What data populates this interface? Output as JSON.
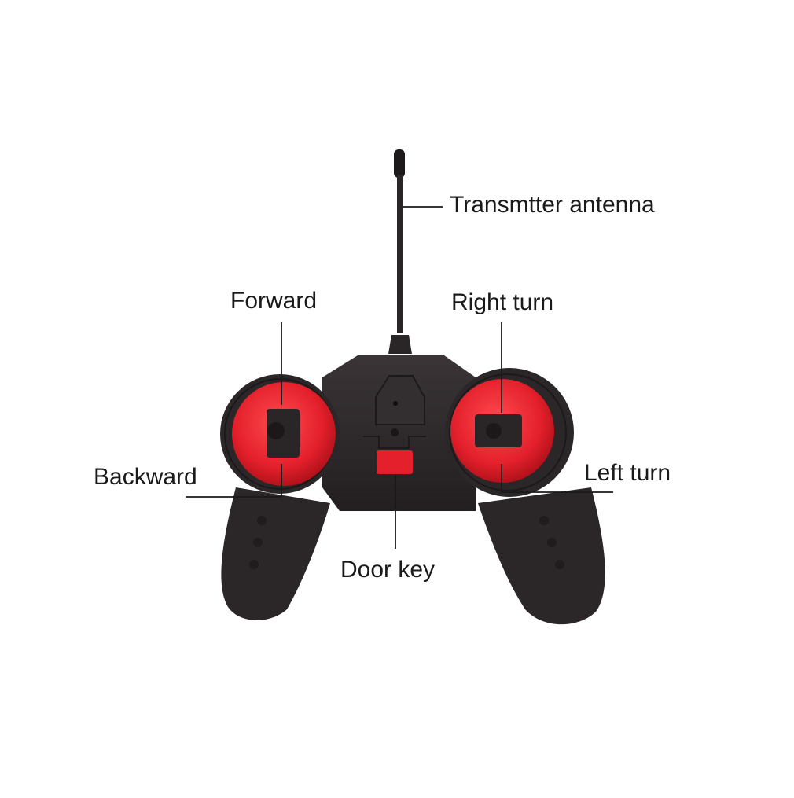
{
  "labels": {
    "antenna": "Transmtter antenna",
    "forward": "Forward",
    "right_turn": "Right turn",
    "backward": "Backward",
    "left_turn": "Left turn",
    "door_key": "Door key"
  },
  "colors": {
    "body": "#2b2628",
    "body_dark": "#1c1819",
    "accent_red": "#e3202b",
    "leader_line": "#1a1a1a"
  }
}
